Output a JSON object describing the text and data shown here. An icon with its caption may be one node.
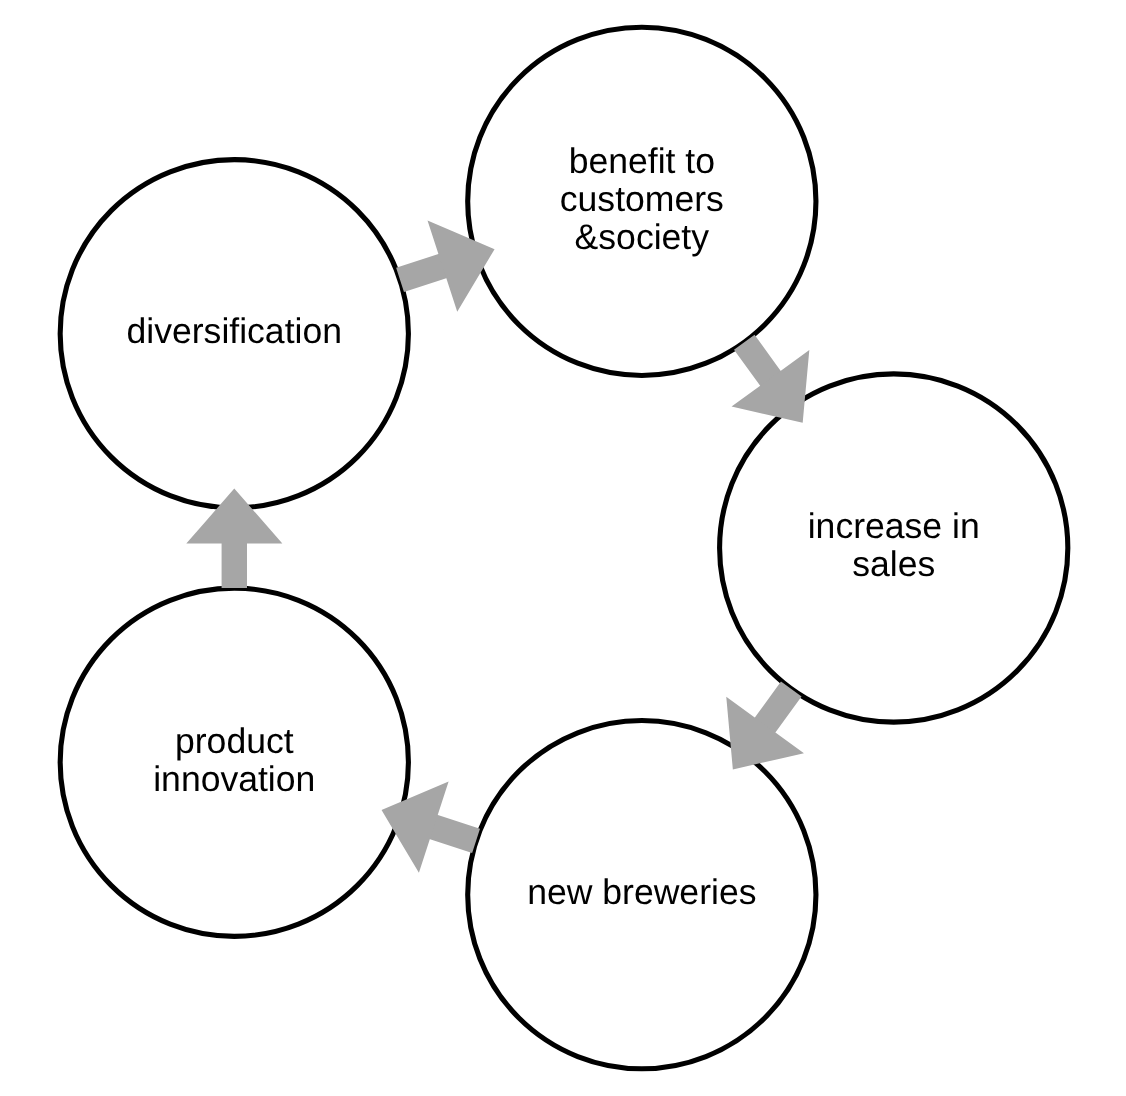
{
  "diagram": {
    "nodes": [
      {
        "text": [
          "new breweries"
        ]
      },
      {
        "text": [
          "product innovation"
        ]
      },
      {
        "text": [
          "diversification"
        ]
      },
      {
        "text": [
          "benefit to customers &society"
        ]
      },
      {
        "text": [
          "increase in sales"
        ]
      }
    ],
    "edges": [
      {
        "from": 0,
        "to": 1,
        "arrow": "to"
      },
      {
        "from": 1,
        "to": 2,
        "arrow": "to"
      },
      {
        "from": 2,
        "to": 3,
        "arrow": "to"
      },
      {
        "from": 3,
        "to": 4,
        "arrow": "to"
      },
      {
        "from": 4,
        "to": 0,
        "arrow": "to"
      }
    ]
  }
}
